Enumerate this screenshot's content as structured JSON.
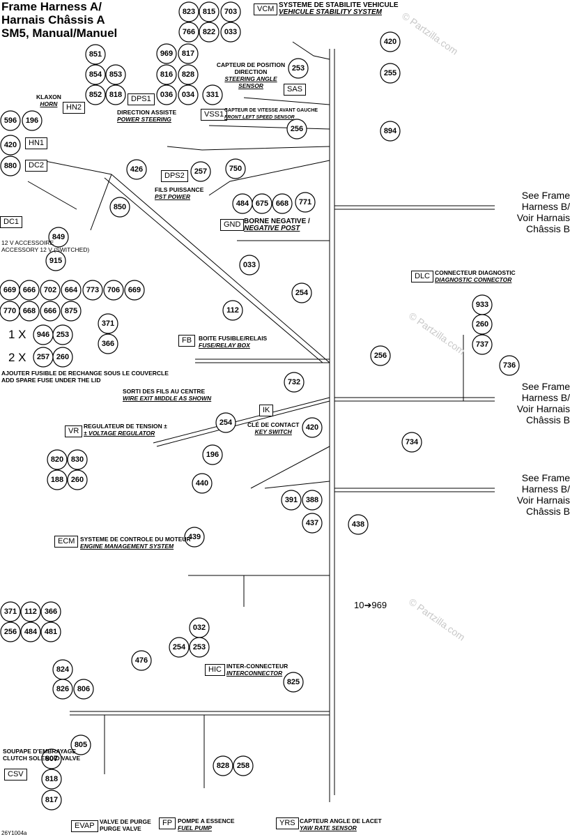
{
  "title": [
    "Frame Harness A/",
    "Harnais Châssis A",
    "SM5, Manual/Manuel"
  ],
  "watermark": "© Partzilla.com",
  "multipliers": [
    "1 X",
    "2 X"
  ],
  "continuation_note": "10➔969",
  "drawing_ref": "26Y1004a",
  "see_frame_b": [
    "See Frame",
    "Harness B/",
    "Voir Harnais",
    "Châssis B"
  ],
  "components": [
    {
      "code": "VCM",
      "fr": "SYSTEME DE STABILITE VEHICULE",
      "en": "VEHICULE STABILITY SYSTEM"
    },
    {
      "code": "SAS",
      "fr": "CAPTEUR DE POSITION DIRECTION",
      "en": "STEERING ANGLE SENSOR"
    },
    {
      "code": "VSS1",
      "fr": "CAPTEUR DE VITESSE AVANT GAUCHE",
      "en": "FRONT LEFT SPEED SENSOR"
    },
    {
      "code": "HN2",
      "fr": "KLAXON",
      "en": "HORN"
    },
    {
      "code": "HN1",
      "fr": "",
      "en": ""
    },
    {
      "code": "DC2",
      "fr": "",
      "en": ""
    },
    {
      "code": "DC1",
      "fr": "12 V ACCESSOIRE",
      "en": "ACCESSORY 12 V (SWITCHED)"
    },
    {
      "code": "DPS1",
      "fr": "DIRECTION ASSISTE",
      "en": "POWER STEERING"
    },
    {
      "code": "DPS2",
      "fr": "FILS PUISSANCE",
      "en": "PST POWER"
    },
    {
      "code": "GND",
      "fr": "BORNE NEGATIVE /",
      "en": "NEGATIVE POST"
    },
    {
      "code": "DLC",
      "fr": "CONNECTEUR DIAGNOSTIC",
      "en": "DIAGNOSTIC CONNECTOR"
    },
    {
      "code": "FB",
      "fr": "BOITE FUSIBLE/RELAIS",
      "en": "FUSE/RELAY BOX"
    },
    {
      "code": "IK",
      "fr": "CLÉ DE CONTACT",
      "en": "KEY SWITCH"
    },
    {
      "code": "VR",
      "fr": "REGULATEUR DE TENSION ±",
      "en": "± VOLTAGE REGULATOR"
    },
    {
      "code": "ECM",
      "fr": "SYSTEME DE CONTROLE DU MOTEUR",
      "en": "ENGINE MANAGEMENT SYSTEM"
    },
    {
      "code": "HIC",
      "fr": "INTER-CONNECTEUR",
      "en": "INTERCONNECTOR"
    },
    {
      "code": "CSV",
      "fr": "SOUPAPE D'EMBRAYAGE",
      "en": "CLUTCH SOLENOID VALVE"
    },
    {
      "code": "EVAP",
      "fr": "VALVE DE PURGE",
      "en": "PURGE VALVE"
    },
    {
      "code": "FP",
      "fr": "POMPE A ESSENCE",
      "en": "FUEL PUMP"
    },
    {
      "code": "YRS",
      "fr": "CAPTEUR ANGLE DE LACET",
      "en": "YAW RATE SENSOR"
    }
  ],
  "fuse_notes": {
    "fr": "AJOUTER FUSIBLE DE RECHANGE SOUS LE COUVERCLE",
    "en": "ADD SPARE FUSE UNDER THE LID"
  },
  "wire_exit_notes": {
    "fr": "SORTI DES FILS AU CENTRE",
    "en": "WIRE EXIT MIDDLE AS SHOWN"
  },
  "callouts": [
    "823",
    "815",
    "703",
    "766",
    "822",
    "033",
    "420",
    "253",
    "255",
    "256",
    "894",
    "851",
    "854",
    "853",
    "852",
    "818",
    "969",
    "817",
    "816",
    "828",
    "036",
    "034",
    "331",
    "196",
    "596",
    "420",
    "880",
    "426",
    "850",
    "849",
    "915",
    "257",
    "750",
    "484",
    "675",
    "668",
    "771",
    "033",
    "669",
    "666",
    "702",
    "664",
    "773",
    "706",
    "669",
    "770",
    "668",
    "666",
    "875",
    "946",
    "253",
    "257",
    "260",
    "371",
    "366",
    "112",
    "254",
    "256",
    "933",
    "260",
    "737",
    "736",
    "732",
    "734",
    "254",
    "420",
    "820",
    "830",
    "188",
    "260",
    "196",
    "440",
    "391",
    "388",
    "437",
    "438",
    "439",
    "371",
    "112",
    "366",
    "256",
    "484",
    "481",
    "032",
    "254",
    "253",
    "825",
    "824",
    "826",
    "806",
    "476",
    "805",
    "807",
    "818",
    "817",
    "828",
    "258"
  ]
}
